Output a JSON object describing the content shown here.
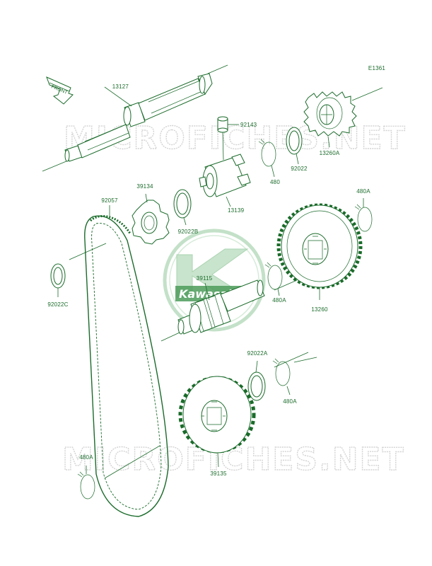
{
  "diagram": {
    "code": "E1361",
    "front_label": "FRONT",
    "labels": {
      "shaft_13127": "13127",
      "collar_92143": "92143",
      "gear_13260A": "13260A",
      "washer_92022": "92022",
      "circlip_480": "480",
      "dog_13139": "13139",
      "sprocket_39134": "39134",
      "chain_92057": "92057",
      "washer_92022B": "92022B",
      "circlip_480A_top": "480A",
      "shaft_39115": "39115",
      "circlip_480A_mid": "480A",
      "gear_13260": "13260",
      "washer_92022C": "92022C",
      "washer_92022A": "92022A",
      "circlip_480A_lower": "480A",
      "sprocket_39135": "39135",
      "circlip_480A_bottom": "480A"
    },
    "watermark": {
      "text": "MICROFICHES.NET",
      "logo_text": "Kawasaki"
    },
    "colors": {
      "line": "#1a6b2a",
      "watermark": "#d4d4d4",
      "logo": "#2e8b3e"
    }
  }
}
